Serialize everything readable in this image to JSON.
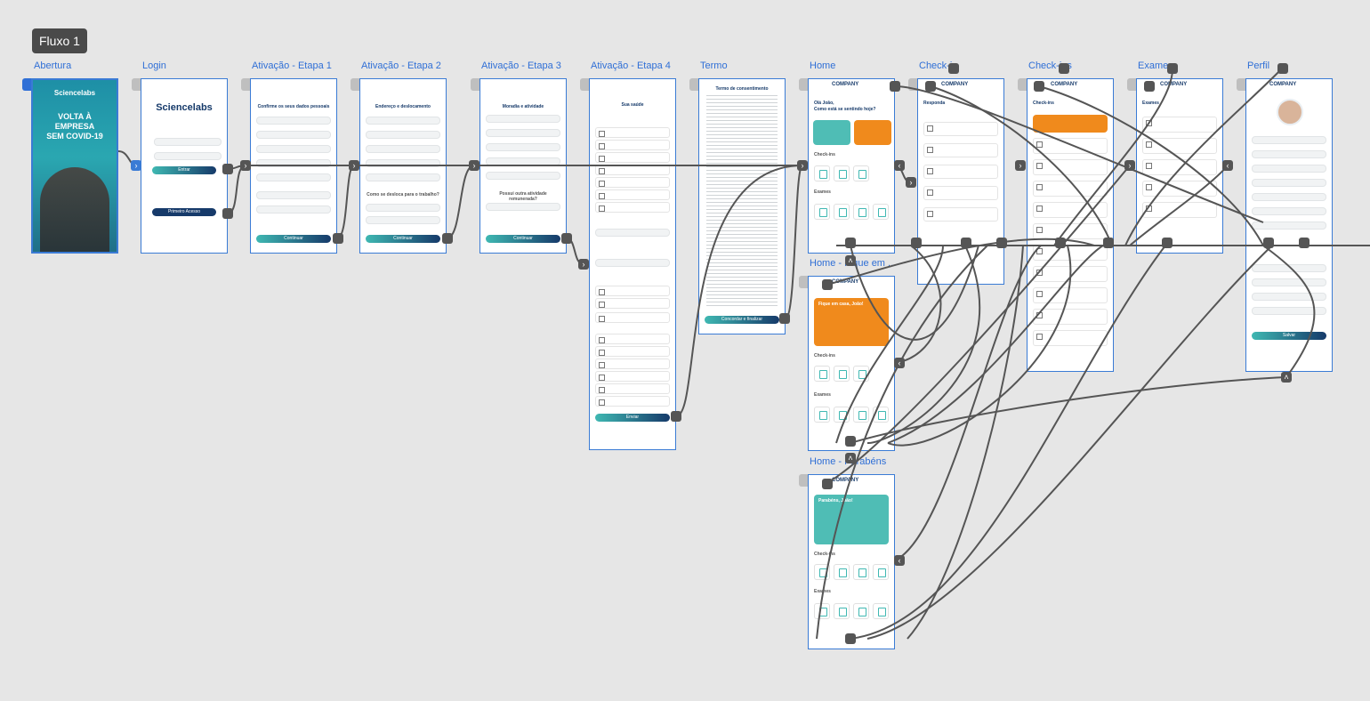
{
  "flow": {
    "badge": "Fluxo 1"
  },
  "screens": [
    {
      "id": "abertura",
      "title": "Abertura"
    },
    {
      "id": "login",
      "title": "Login"
    },
    {
      "id": "ativacao1",
      "title": "Ativação - Etapa 1"
    },
    {
      "id": "ativacao2",
      "title": "Ativação - Etapa 2"
    },
    {
      "id": "ativacao3",
      "title": "Ativação - Etapa 3"
    },
    {
      "id": "ativacao4",
      "title": "Ativação - Etapa 4"
    },
    {
      "id": "termo",
      "title": "Termo"
    },
    {
      "id": "home",
      "title": "Home"
    },
    {
      "id": "home-fique",
      "title": "Home - Fique em ..."
    },
    {
      "id": "home-parabens",
      "title": "Home - Parabéns"
    },
    {
      "id": "checkin-a",
      "title": "Check-in"
    },
    {
      "id": "checkin-b",
      "title": "Check-ins"
    },
    {
      "id": "exames",
      "title": "Exames"
    },
    {
      "id": "perfil",
      "title": "Perfil"
    }
  ],
  "content": {
    "abertura": {
      "brand": "Sciencelabs",
      "headline_1": "VOLTA À EMPRESA",
      "headline_2": "SEM COVID-19"
    },
    "login": {
      "brand": "Sciencelabs",
      "enter": "Entrar",
      "first_access": "Primeiro Acesso"
    },
    "ativacao1": {
      "heading": "Confirme os seus dados pessoais",
      "button": "Continuar"
    },
    "ativacao2": {
      "heading": "Endereço e deslocamento",
      "question": "Como se desloca para o trabalho?",
      "button": "Continuar"
    },
    "ativacao3": {
      "heading": "Moradia e atividade",
      "question": "Possui outra atividade remunerada?",
      "button": "Continuar"
    },
    "ativacao4": {
      "heading": "Sua saúde",
      "button": "Enviar"
    },
    "termo": {
      "heading": "Termo de consentimento",
      "button": "Concordar e finalizar"
    },
    "home": {
      "company": "COMPANY",
      "greeting": "Olá João,",
      "question": "Como está se sentindo hoje?",
      "checkins": "Check-ins",
      "exames": "Exames"
    },
    "home_fique": {
      "company": "COMPANY",
      "alert_title": "Fique em casa, João!",
      "checkins": "Check-ins",
      "exames": "Exames"
    },
    "home_parabens": {
      "company": "COMPANY",
      "alert_title": "Parabéns, João!",
      "checkins": "Check-ins",
      "exames": "Exames"
    },
    "checkin_a": {
      "company": "COMPANY",
      "heading": "Responda"
    },
    "checkin_b": {
      "company": "COMPANY",
      "heading": "Check-ins"
    },
    "exames": {
      "company": "COMPANY",
      "heading": "Exames"
    },
    "perfil": {
      "company": "COMPANY",
      "button": "Salvar"
    }
  },
  "colors": {
    "accent": "#3a7bd5",
    "teal": "#4fbdb5",
    "orange": "#f08a1c",
    "navy": "#163a6a",
    "wire": "#555555"
  }
}
